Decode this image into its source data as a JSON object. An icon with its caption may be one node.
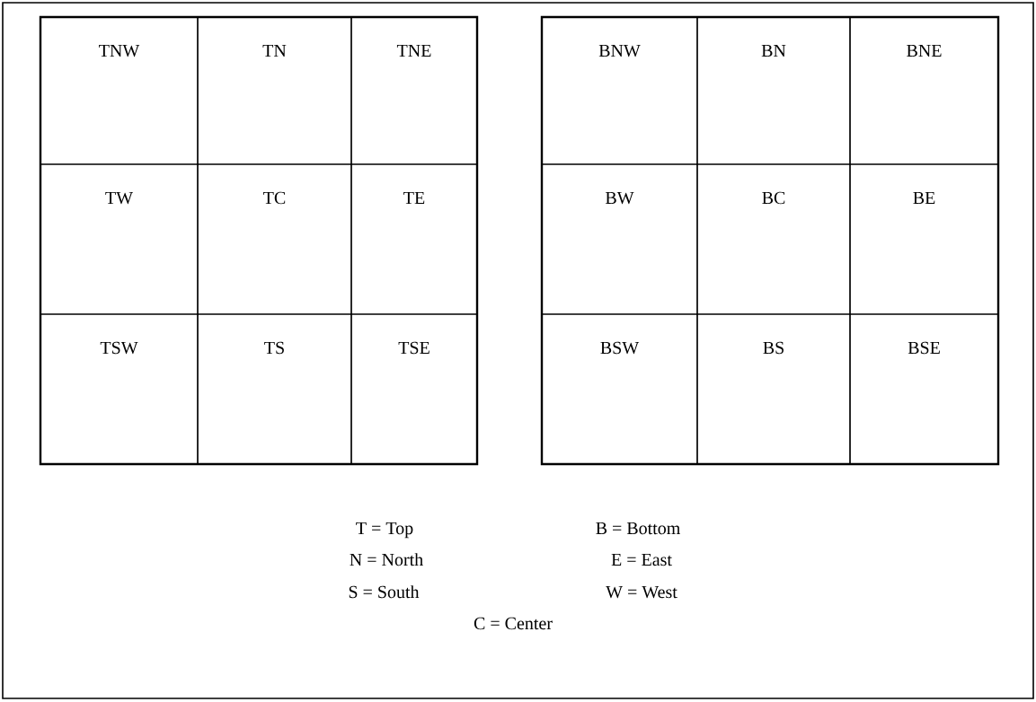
{
  "diagram": {
    "nodes": [
      {
        "text": [],
        "shape": "box"
      },
      {
        "text": [
          "TNW"
        ],
        "in": 0
      },
      {
        "text": [
          "TN"
        ],
        "in": 0
      },
      {
        "text": [
          "TNE"
        ],
        "in": 0
      },
      {
        "text": [
          "TW"
        ],
        "in": 0
      },
      {
        "text": [
          "TC"
        ],
        "in": 0
      },
      {
        "text": [
          "TE"
        ],
        "in": 0
      },
      {
        "text": [
          "TSW"
        ],
        "in": 0
      },
      {
        "text": [
          "TS"
        ],
        "in": 0
      },
      {
        "text": [
          "TSE"
        ],
        "in": 0
      },
      {
        "text": [],
        "shape": "box"
      },
      {
        "text": [
          "BNW"
        ],
        "in": 10
      },
      {
        "text": [
          "BN"
        ],
        "in": 10
      },
      {
        "text": [
          "BNE"
        ],
        "in": 10
      },
      {
        "text": [
          "BW"
        ],
        "in": 10
      },
      {
        "text": [
          "BC"
        ],
        "in": 10
      },
      {
        "text": [
          "BE"
        ],
        "in": 10
      },
      {
        "text": [
          "BSW"
        ],
        "in": 10
      },
      {
        "text": [
          "BS"
        ],
        "in": 10
      },
      {
        "text": [
          "BSE"
        ],
        "in": 10
      }
    ],
    "labels": [
      "T = Top",
      "B = Bottom",
      "N = North",
      "E = East",
      "S = South",
      "W = West",
      "C = Center"
    ]
  }
}
